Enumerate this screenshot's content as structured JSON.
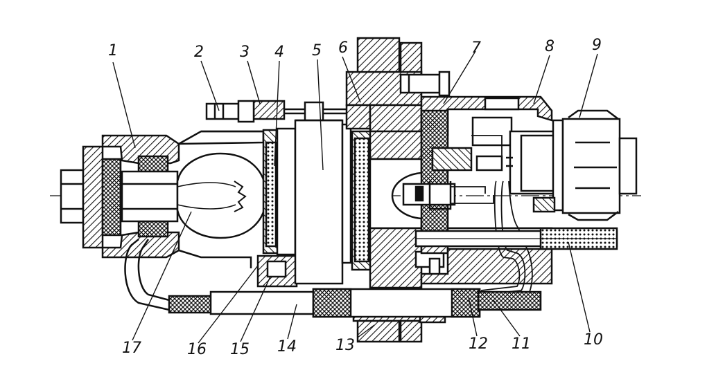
{
  "figure": {
    "callouts": [
      {
        "id": "1",
        "label": "1"
      },
      {
        "id": "2",
        "label": "2"
      },
      {
        "id": "3",
        "label": "3"
      },
      {
        "id": "4",
        "label": "4"
      },
      {
        "id": "5",
        "label": "5"
      },
      {
        "id": "6",
        "label": "6"
      },
      {
        "id": "7",
        "label": "7"
      },
      {
        "id": "8",
        "label": "8"
      },
      {
        "id": "9",
        "label": "9"
      },
      {
        "id": "10",
        "label": "10"
      },
      {
        "id": "11",
        "label": "11"
      },
      {
        "id": "12",
        "label": "12"
      },
      {
        "id": "13",
        "label": "13"
      },
      {
        "id": "14",
        "label": "14"
      },
      {
        "id": "15",
        "label": "15"
      },
      {
        "id": "16",
        "label": "16"
      },
      {
        "id": "17",
        "label": "17"
      }
    ]
  },
  "colors": {
    "ink": "#111111",
    "paper": "#ffffff"
  }
}
